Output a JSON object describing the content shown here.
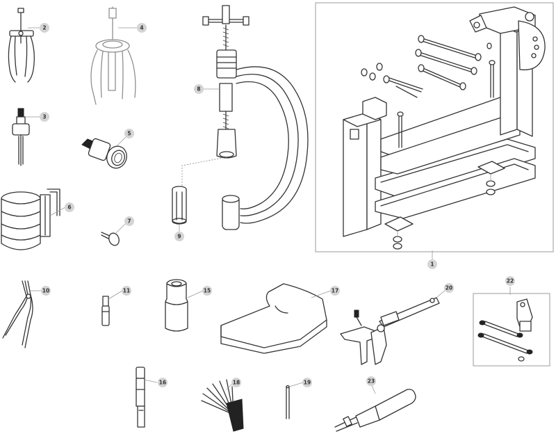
{
  "callouts": [
    {
      "id": "2",
      "label": "2"
    },
    {
      "id": "4",
      "label": "4"
    },
    {
      "id": "8",
      "label": "8"
    },
    {
      "id": "3",
      "label": "3"
    },
    {
      "id": "5",
      "label": "5"
    },
    {
      "id": "6",
      "label": "6"
    },
    {
      "id": "7",
      "label": "7"
    },
    {
      "id": "9",
      "label": "9"
    },
    {
      "id": "1",
      "label": "1"
    },
    {
      "id": "10",
      "label": "10"
    },
    {
      "id": "11",
      "label": "11"
    },
    {
      "id": "15",
      "label": "15"
    },
    {
      "id": "17",
      "label": "17"
    },
    {
      "id": "20",
      "label": "20"
    },
    {
      "id": "22",
      "label": "22"
    },
    {
      "id": "16",
      "label": "16"
    },
    {
      "id": "18",
      "label": "18"
    },
    {
      "id": "19",
      "label": "19"
    },
    {
      "id": "23",
      "label": "23"
    }
  ],
  "colors": {
    "line": "#333333",
    "callout": "#d4d4d4",
    "frame": "#9a9a9a"
  }
}
